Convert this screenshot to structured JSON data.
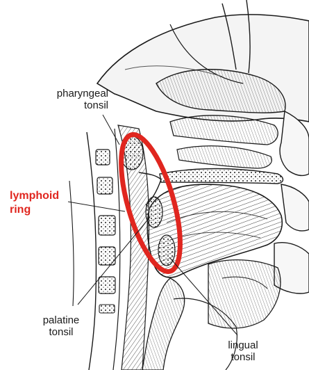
{
  "labels": {
    "pharyngeal_tonsil": {
      "line1": "pharyngeal",
      "line2": "tonsil"
    },
    "lymphoid_ring": {
      "line1": "lymphoid",
      "line2": "ring"
    },
    "palatine_tonsil": {
      "line1": "palatine",
      "line2": "tonsil"
    },
    "lingual_tonsil": {
      "line1": "lingual",
      "line2": "tonsil"
    }
  },
  "colors": {
    "highlight": "#e0261f",
    "ink": "#1a1a1a",
    "background": "#ffffff"
  }
}
